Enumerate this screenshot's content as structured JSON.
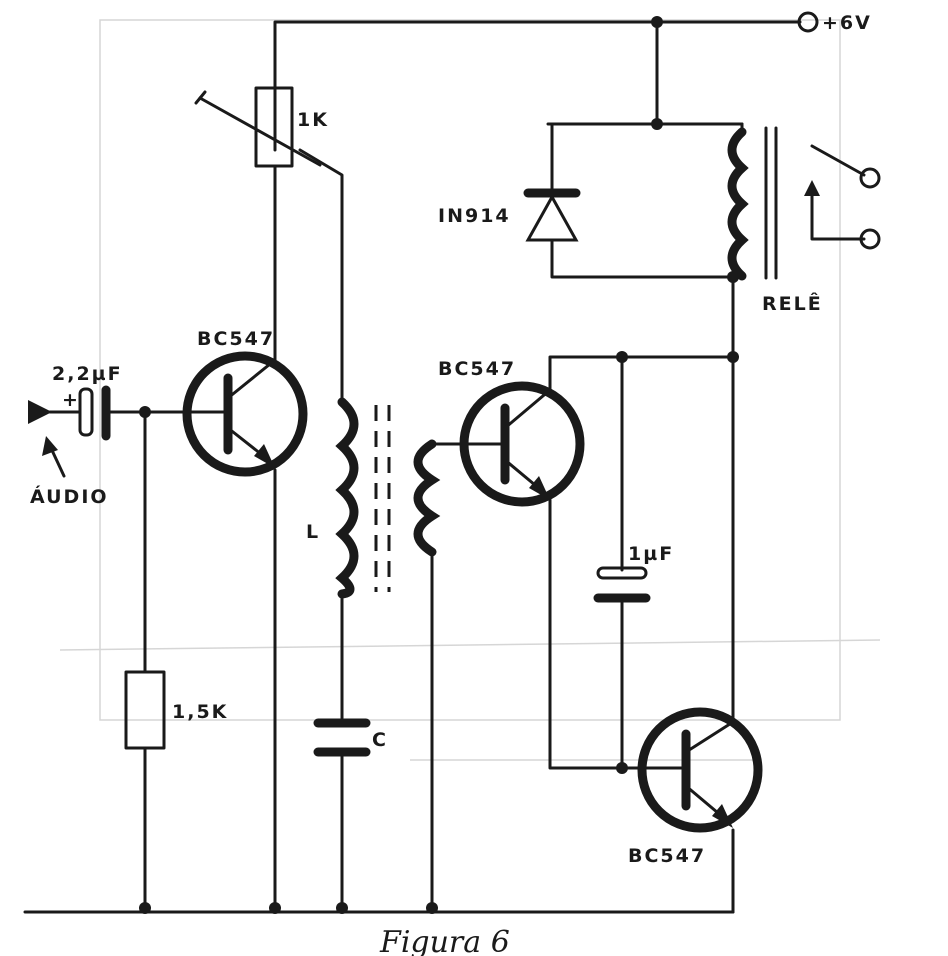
{
  "supply_label": "+6V",
  "pot_label": "1K",
  "diode_label": "IN914",
  "relay_label": "RELÊ",
  "q1_label": "BC547",
  "q2_label": "BC547",
  "q3_label": "BC547",
  "input_cap_label": "2,2µF",
  "input_cap_polarity": "+",
  "input_label": "ÁUDIO",
  "resistor_label": "1,5K",
  "inductor_label": "L",
  "tank_cap_label": "C",
  "timing_cap_label": "1µF",
  "figure_caption": "Figura 6"
}
